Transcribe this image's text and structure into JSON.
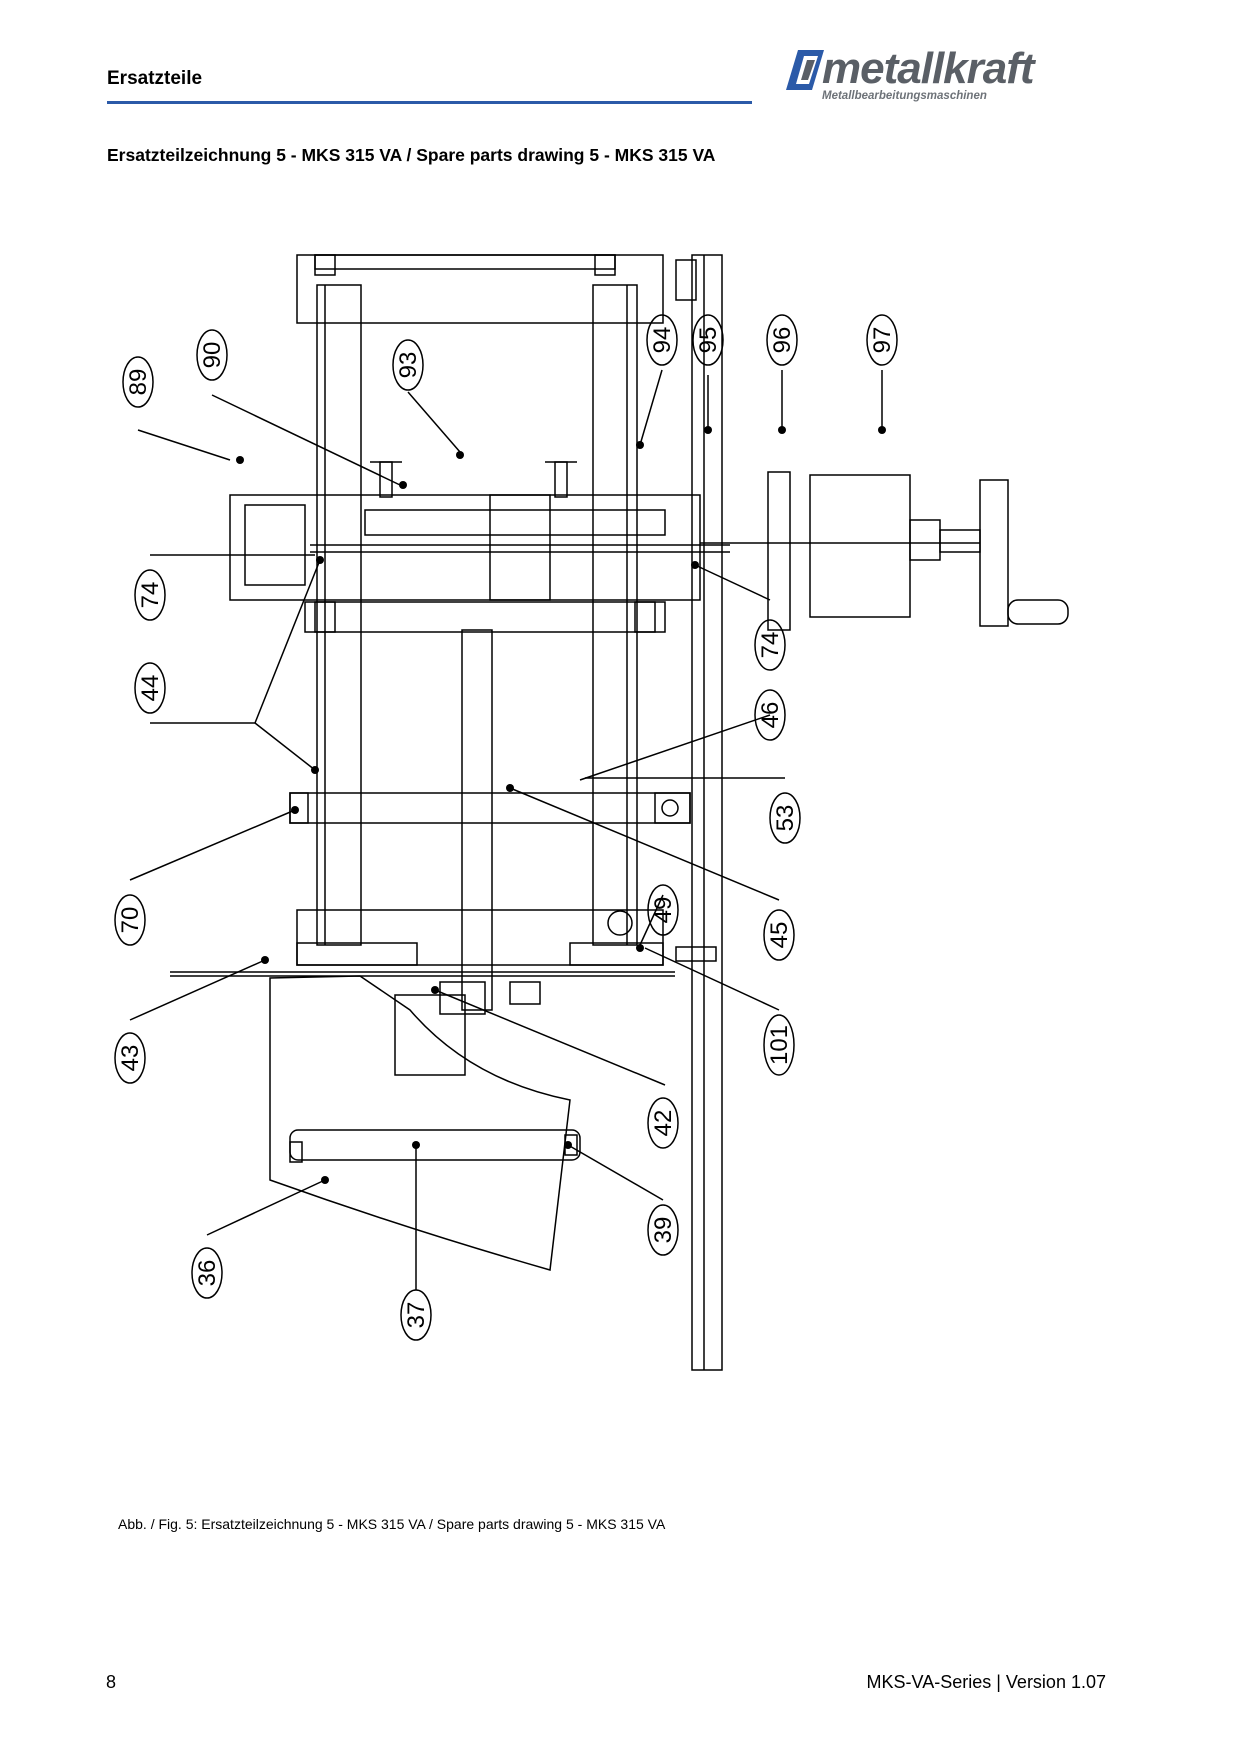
{
  "header": {
    "section_title": "Ersatzteile",
    "logo_text": "metallkraft",
    "logo_subtitle": "Metallbearbeitungsmaschinen"
  },
  "page_heading": "Ersatzteilzeichnung 5 - MKS 315 VA / Spare parts drawing 5 - MKS 315 VA",
  "drawing": {
    "callouts": [
      "89",
      "90",
      "93",
      "94",
      "95",
      "96",
      "97",
      "74",
      "74",
      "44",
      "46",
      "53",
      "45",
      "70",
      "49",
      "101",
      "43",
      "42",
      "39",
      "36",
      "37"
    ]
  },
  "caption": "Abb. / Fig. 5: Ersatzteilzeichnung 5 - MKS 315 VA / Spare parts drawing 5 - MKS 315 VA",
  "footer": {
    "page_number": "8",
    "version": "MKS-VA-Series | Version 1.07"
  }
}
